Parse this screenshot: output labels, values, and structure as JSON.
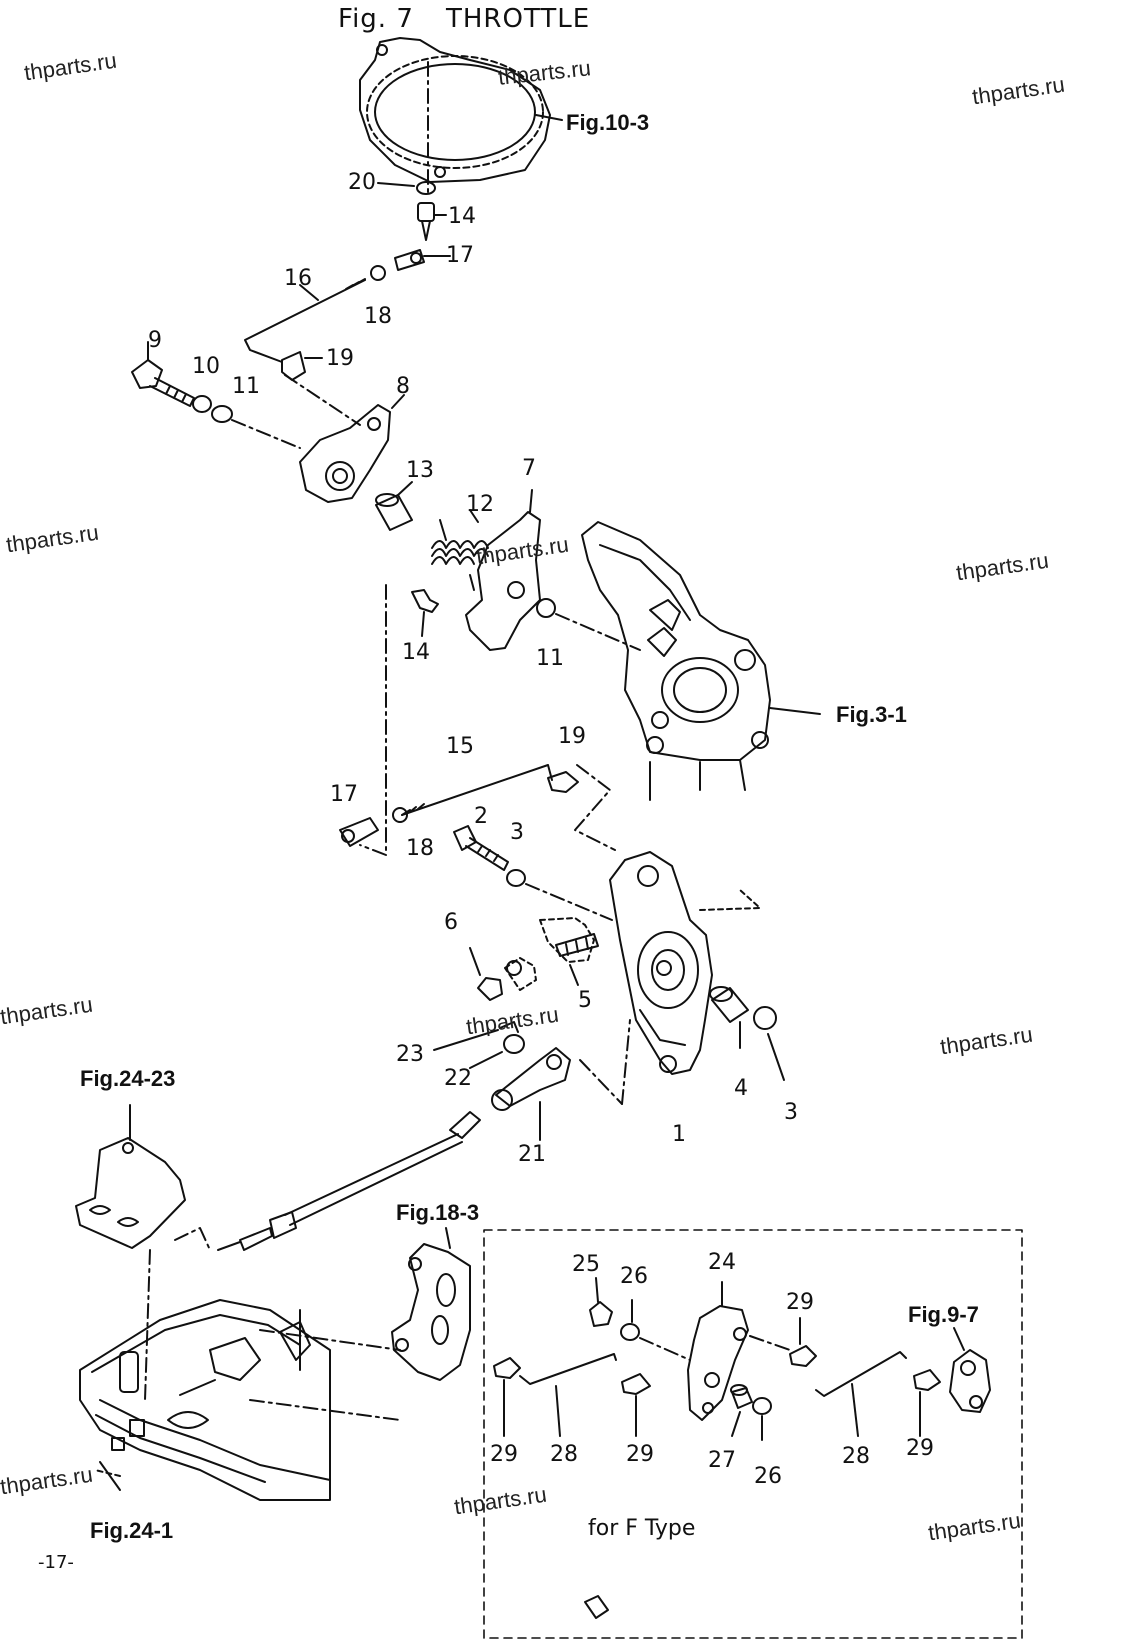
{
  "title": {
    "fig": "Fig. 7",
    "name": "THROTTLE"
  },
  "watermark": "thparts.ru",
  "part_numbers": {
    "p1": "1",
    "p2": "2",
    "p3a": "3",
    "p3b": "3",
    "p4": "4",
    "p5": "5",
    "p6": "6",
    "p7": "7",
    "p8": "8",
    "p9": "9",
    "p10": "10",
    "p11a": "11",
    "p11b": "11",
    "p12": "12",
    "p13": "13",
    "p14a": "14",
    "p14b": "14",
    "p15": "15",
    "p16": "16",
    "p17a": "17",
    "p17b": "17",
    "p18a": "18",
    "p18b": "18",
    "p19a": "19",
    "p19b": "19",
    "p20": "20",
    "p21": "21",
    "p22": "22",
    "p23": "23",
    "p24": "24",
    "p25": "25",
    "p26a": "26",
    "p26b": "26",
    "p27": "27",
    "p28a": "28",
    "p28b": "28",
    "p29a": "29",
    "p29b": "29",
    "p29c": "29",
    "p29d": "29"
  },
  "figure_refs": {
    "fig10_3": "Fig.10-3",
    "fig3_1": "Fig.3-1",
    "fig24_23": "Fig.24-23",
    "fig18_3": "Fig.18-3",
    "fig9_7": "Fig.9-7",
    "fig24_1": "Fig.24-1"
  },
  "variant_label": "for F Type",
  "page_number": "-17-"
}
